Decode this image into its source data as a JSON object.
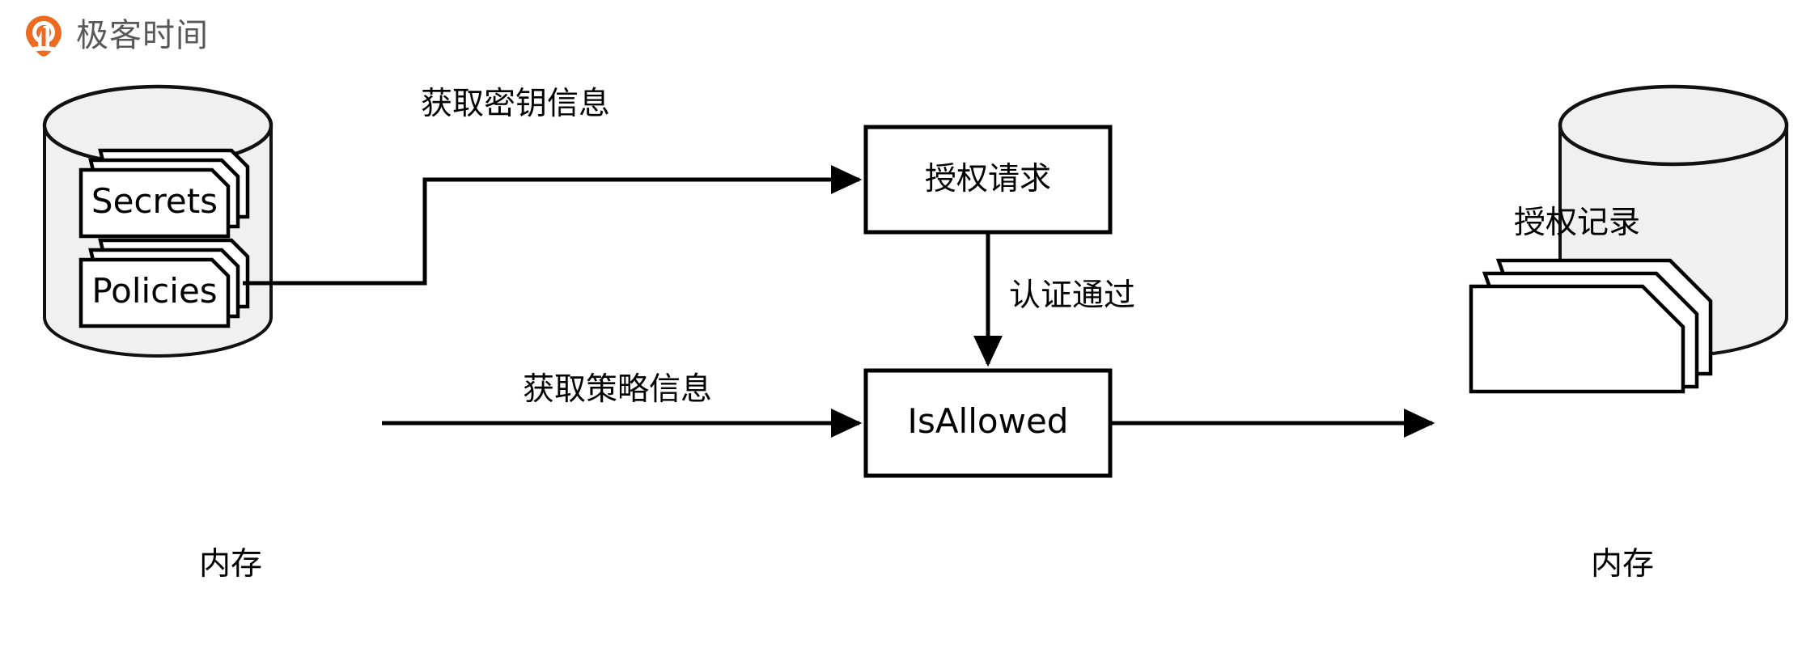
{
  "brand": {
    "name": "极客时间",
    "logo_icon": "geektime-pin-logo",
    "logo_color": "#ED6A21",
    "wordmark_color": "#58585A"
  },
  "diagram": {
    "type": "flow-diagram",
    "background": "#FFFFFF",
    "stroke_color": "#000000",
    "cylinder_fill": "#F0F0F0",
    "card_fill": "#FFFFFF",
    "stores": [
      {
        "id": "left-store",
        "caption": "内存",
        "cards": [
          {
            "id": "secrets-card",
            "label": "Secrets",
            "stack_count": 3
          },
          {
            "id": "policies-card",
            "label": "Policies",
            "stack_count": 3
          }
        ]
      },
      {
        "id": "right-store",
        "caption": "内存",
        "cards": [
          {
            "id": "auth-record-card",
            "label": "授权记录",
            "stack_count": 3
          }
        ]
      }
    ],
    "nodes": [
      {
        "id": "auth-request",
        "label": "授权请求"
      },
      {
        "id": "is-allowed",
        "label": "IsAllowed"
      }
    ],
    "edges": [
      {
        "id": "edge-secrets-to-auth-request",
        "label": "获取密钥信息",
        "from": "secrets-card",
        "to": "auth-request"
      },
      {
        "id": "edge-auth-request-to-is-allowed",
        "label": "认证通过",
        "from": "auth-request",
        "to": "is-allowed"
      },
      {
        "id": "edge-policies-to-is-allowed",
        "label": "获取策略信息",
        "from": "policies-card",
        "to": "is-allowed"
      },
      {
        "id": "edge-is-allowed-to-right-store",
        "label": "",
        "from": "is-allowed",
        "to": "right-store"
      }
    ]
  }
}
